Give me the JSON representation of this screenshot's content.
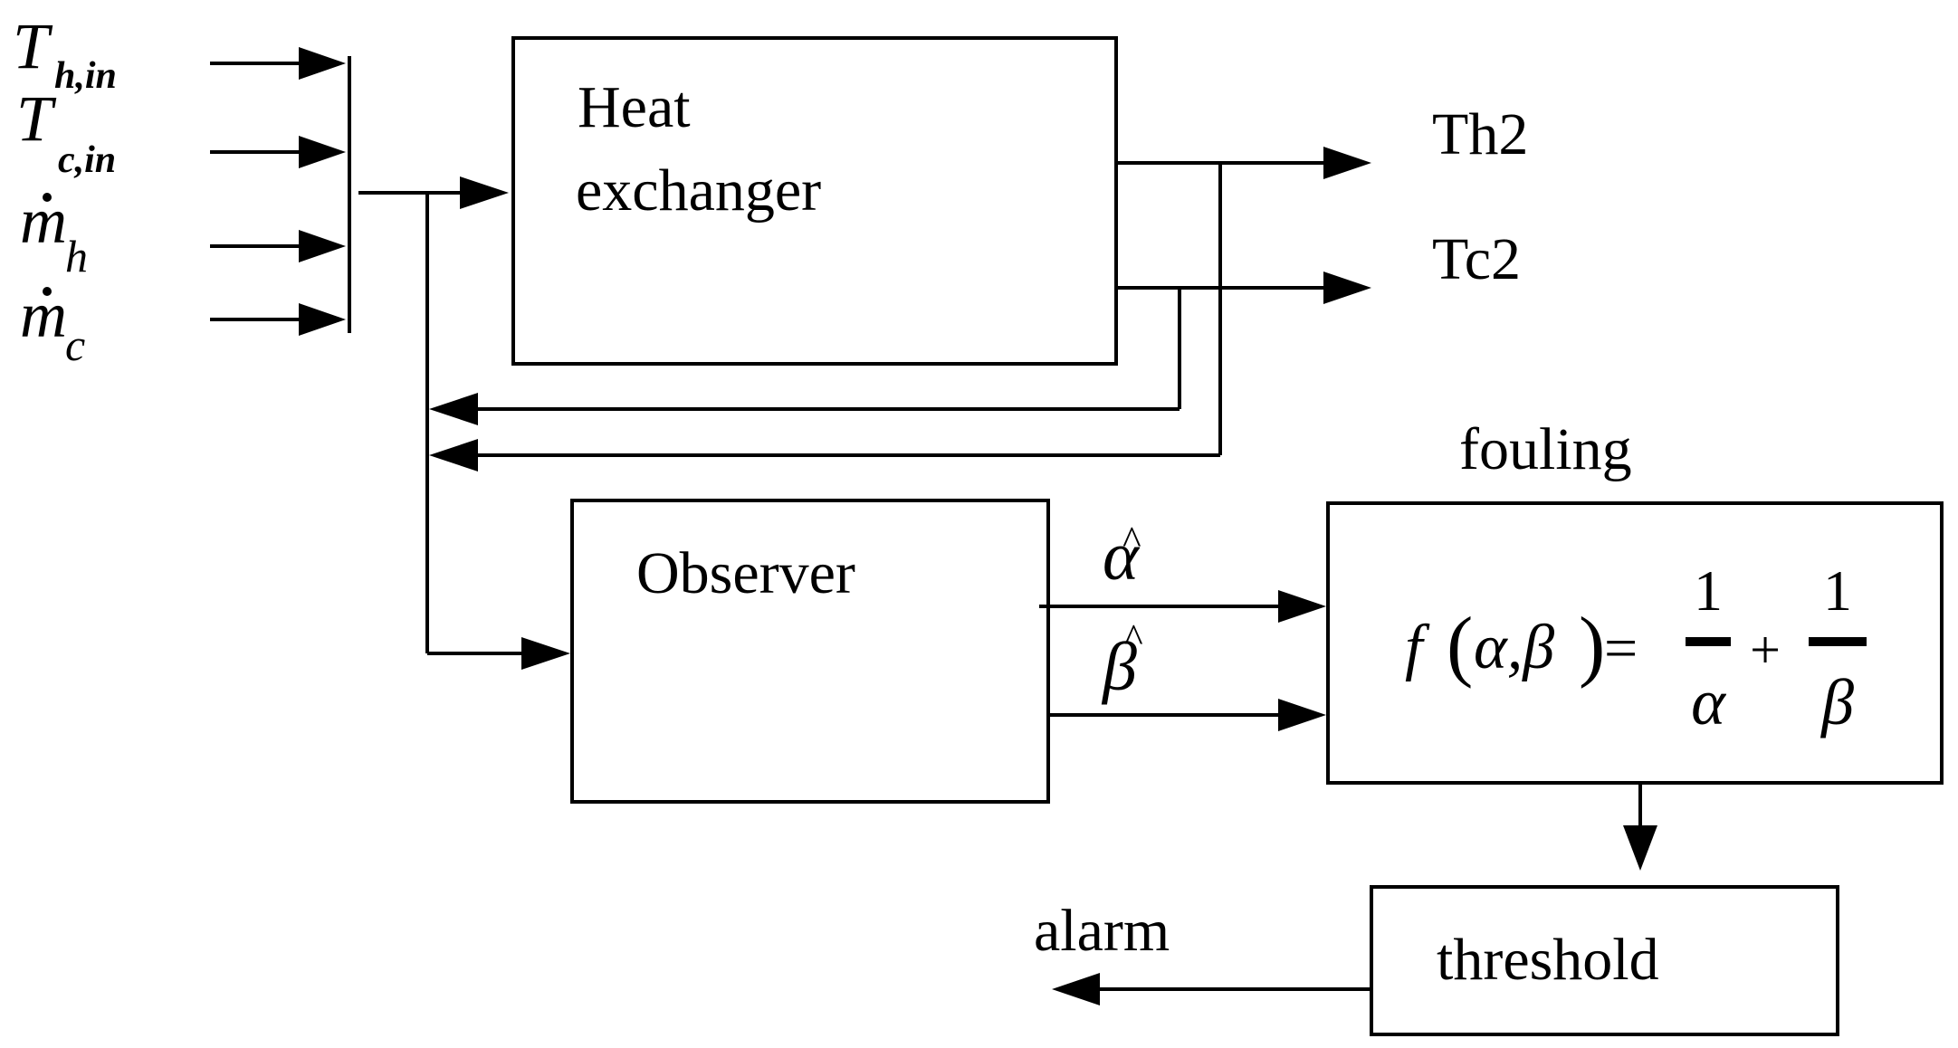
{
  "inputs": {
    "th_in": {
      "symbol": "T",
      "sub": "h,in"
    },
    "tc_in": {
      "symbol": "T",
      "sub": "c,in"
    },
    "mdot_h": {
      "symbol": "m",
      "sub": "h"
    },
    "mdot_c": {
      "symbol": "m",
      "sub": "c"
    }
  },
  "blocks": {
    "heat_exchanger": {
      "line1": "Heat",
      "line2": "exchanger"
    },
    "observer": {
      "label": "Observer"
    },
    "fouling": {
      "title": "fouling",
      "formula": {
        "lhs": "f",
        "args": "α,β",
        "eq": "=",
        "plus": "+",
        "num1": "1",
        "den1": "α",
        "num2": "1",
        "den2": "β"
      }
    },
    "threshold": {
      "label": "threshold"
    }
  },
  "outputs": {
    "th2": "Th2",
    "tc2": "Tc2",
    "alarm": "alarm"
  },
  "estimates": {
    "alpha_hat": "α",
    "beta_hat": "β",
    "hat_mark": "^"
  }
}
